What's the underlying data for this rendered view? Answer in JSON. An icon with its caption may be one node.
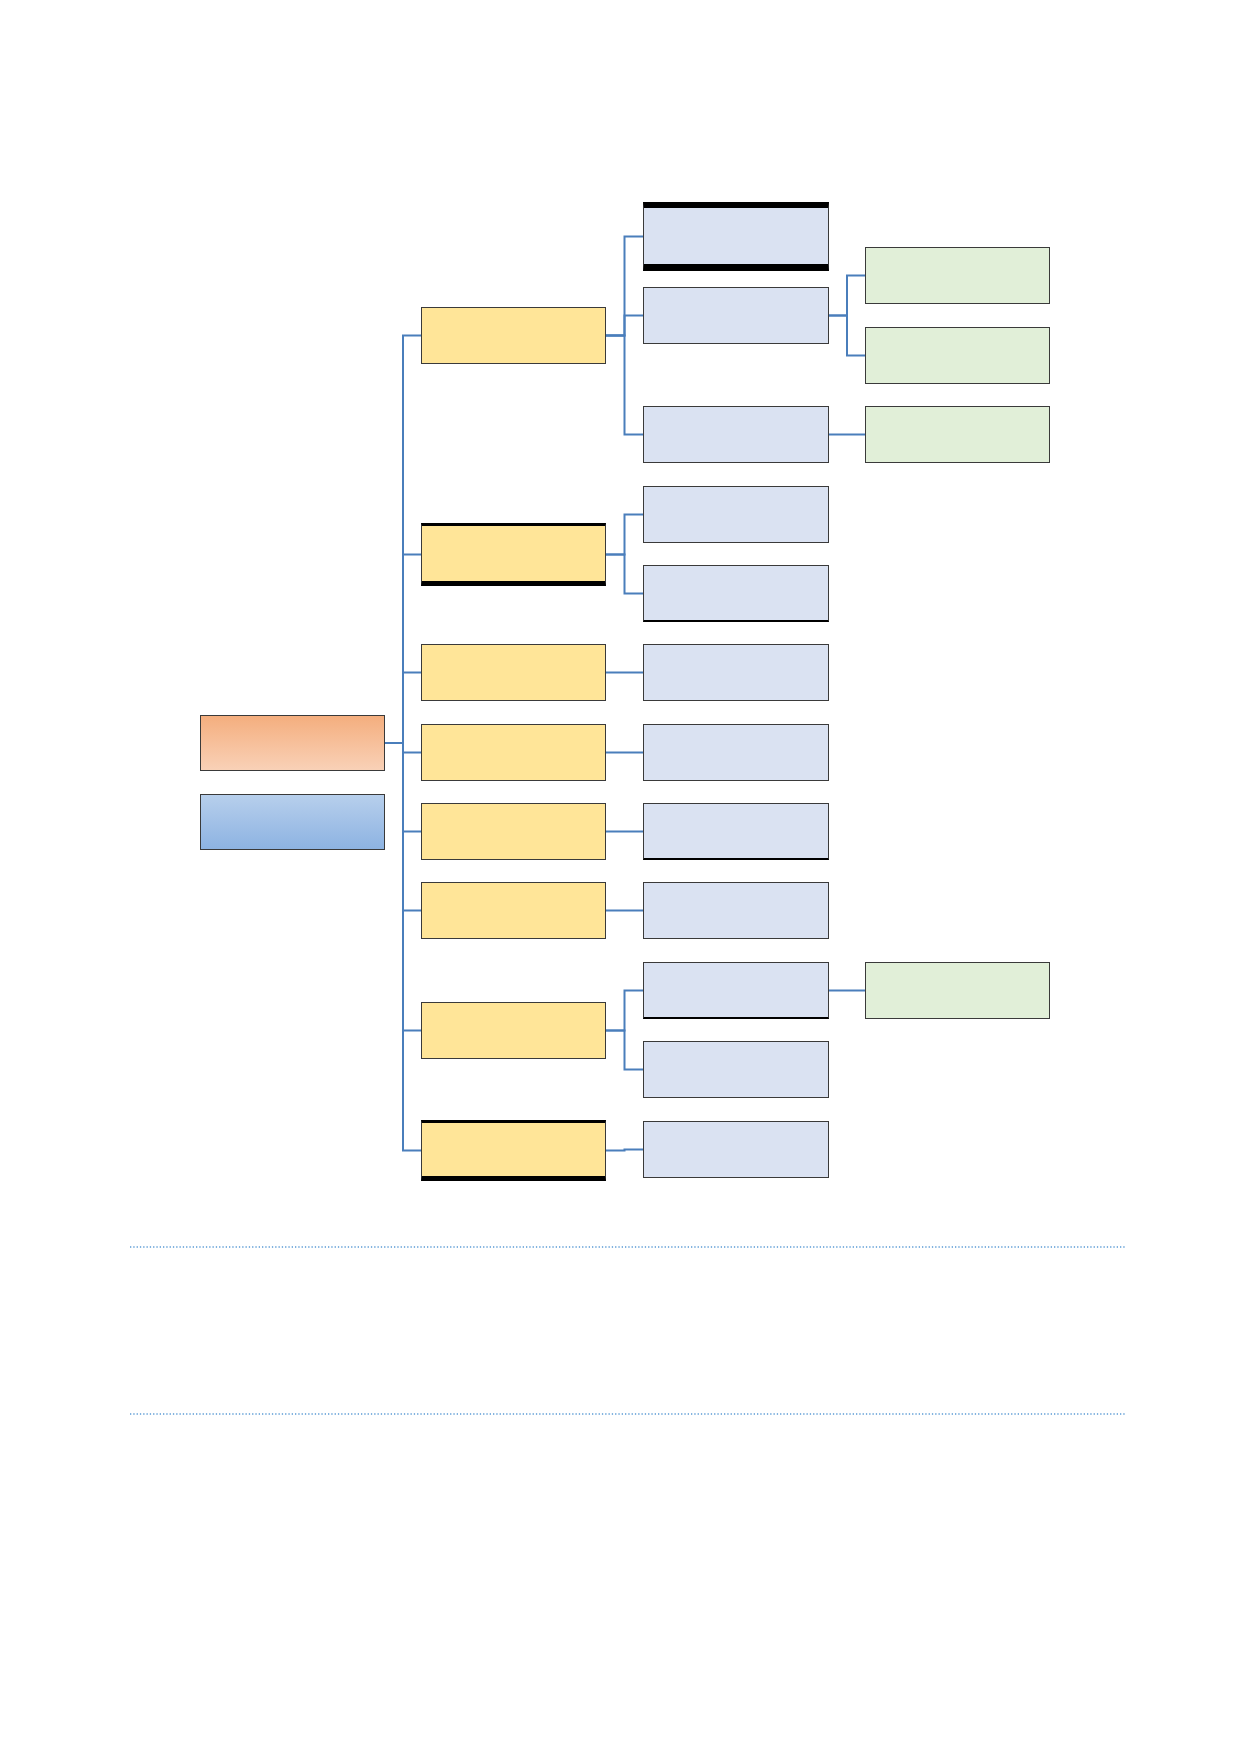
{
  "diagram": {
    "nodes": [
      {
        "text": [],
        "shape": "box"
      },
      {
        "text": [],
        "shape": "box"
      },
      {
        "text": [],
        "shape": "box"
      },
      {
        "text": [],
        "shape": "box"
      },
      {
        "text": [],
        "shape": "box"
      },
      {
        "text": [],
        "shape": "box"
      },
      {
        "text": [],
        "shape": "box"
      },
      {
        "text": [],
        "shape": "box"
      },
      {
        "text": [],
        "shape": "box"
      },
      {
        "text": [],
        "shape": "box"
      },
      {
        "text": [],
        "shape": "box"
      },
      {
        "text": [],
        "shape": "box"
      },
      {
        "text": [],
        "shape": "box"
      },
      {
        "text": [],
        "shape": "box"
      },
      {
        "text": [],
        "shape": "box"
      },
      {
        "text": [],
        "shape": "box"
      },
      {
        "text": [],
        "shape": "box"
      },
      {
        "text": [],
        "shape": "box"
      },
      {
        "text": [],
        "shape": "box"
      },
      {
        "text": [],
        "shape": "box"
      },
      {
        "text": [],
        "shape": "box"
      },
      {
        "text": [],
        "shape": "box"
      },
      {
        "text": [],
        "shape": "box"
      },
      {
        "text": [],
        "shape": "box"
      },
      {
        "text": [],
        "shape": "box"
      },
      {
        "text": [],
        "shape": "box"
      }
    ],
    "edges": [
      {
        "from": 0,
        "to": 2,
        "arrow": "none"
      },
      {
        "from": 2,
        "to": 3,
        "arrow": "none"
      },
      {
        "from": 2,
        "to": 4,
        "arrow": "none"
      },
      {
        "from": 4,
        "to": 5,
        "arrow": "none"
      },
      {
        "from": 4,
        "to": 6,
        "arrow": "none"
      },
      {
        "from": 2,
        "to": 7,
        "arrow": "none"
      },
      {
        "from": 7,
        "to": 8,
        "arrow": "none"
      },
      {
        "from": 0,
        "to": 9,
        "arrow": "none"
      },
      {
        "from": 9,
        "to": 10,
        "arrow": "none"
      },
      {
        "from": 9,
        "to": 11,
        "arrow": "none"
      },
      {
        "from": 0,
        "to": 12,
        "arrow": "none"
      },
      {
        "from": 12,
        "to": 13,
        "arrow": "none"
      },
      {
        "from": 0,
        "to": 14,
        "arrow": "none"
      },
      {
        "from": 14,
        "to": 15,
        "arrow": "none"
      },
      {
        "from": 0,
        "to": 16,
        "arrow": "none"
      },
      {
        "from": 16,
        "to": 17,
        "arrow": "none"
      },
      {
        "from": 0,
        "to": 18,
        "arrow": "none"
      },
      {
        "from": 18,
        "to": 19,
        "arrow": "none"
      },
      {
        "from": 0,
        "to": 20,
        "arrow": "none"
      },
      {
        "from": 20,
        "to": 21,
        "arrow": "none"
      },
      {
        "from": 21,
        "to": 22,
        "arrow": "none"
      },
      {
        "from": 20,
        "to": 23,
        "arrow": "none"
      },
      {
        "from": 0,
        "to": 24,
        "arrow": "none"
      },
      {
        "from": 24,
        "to": 25,
        "arrow": "none"
      }
    ]
  }
}
